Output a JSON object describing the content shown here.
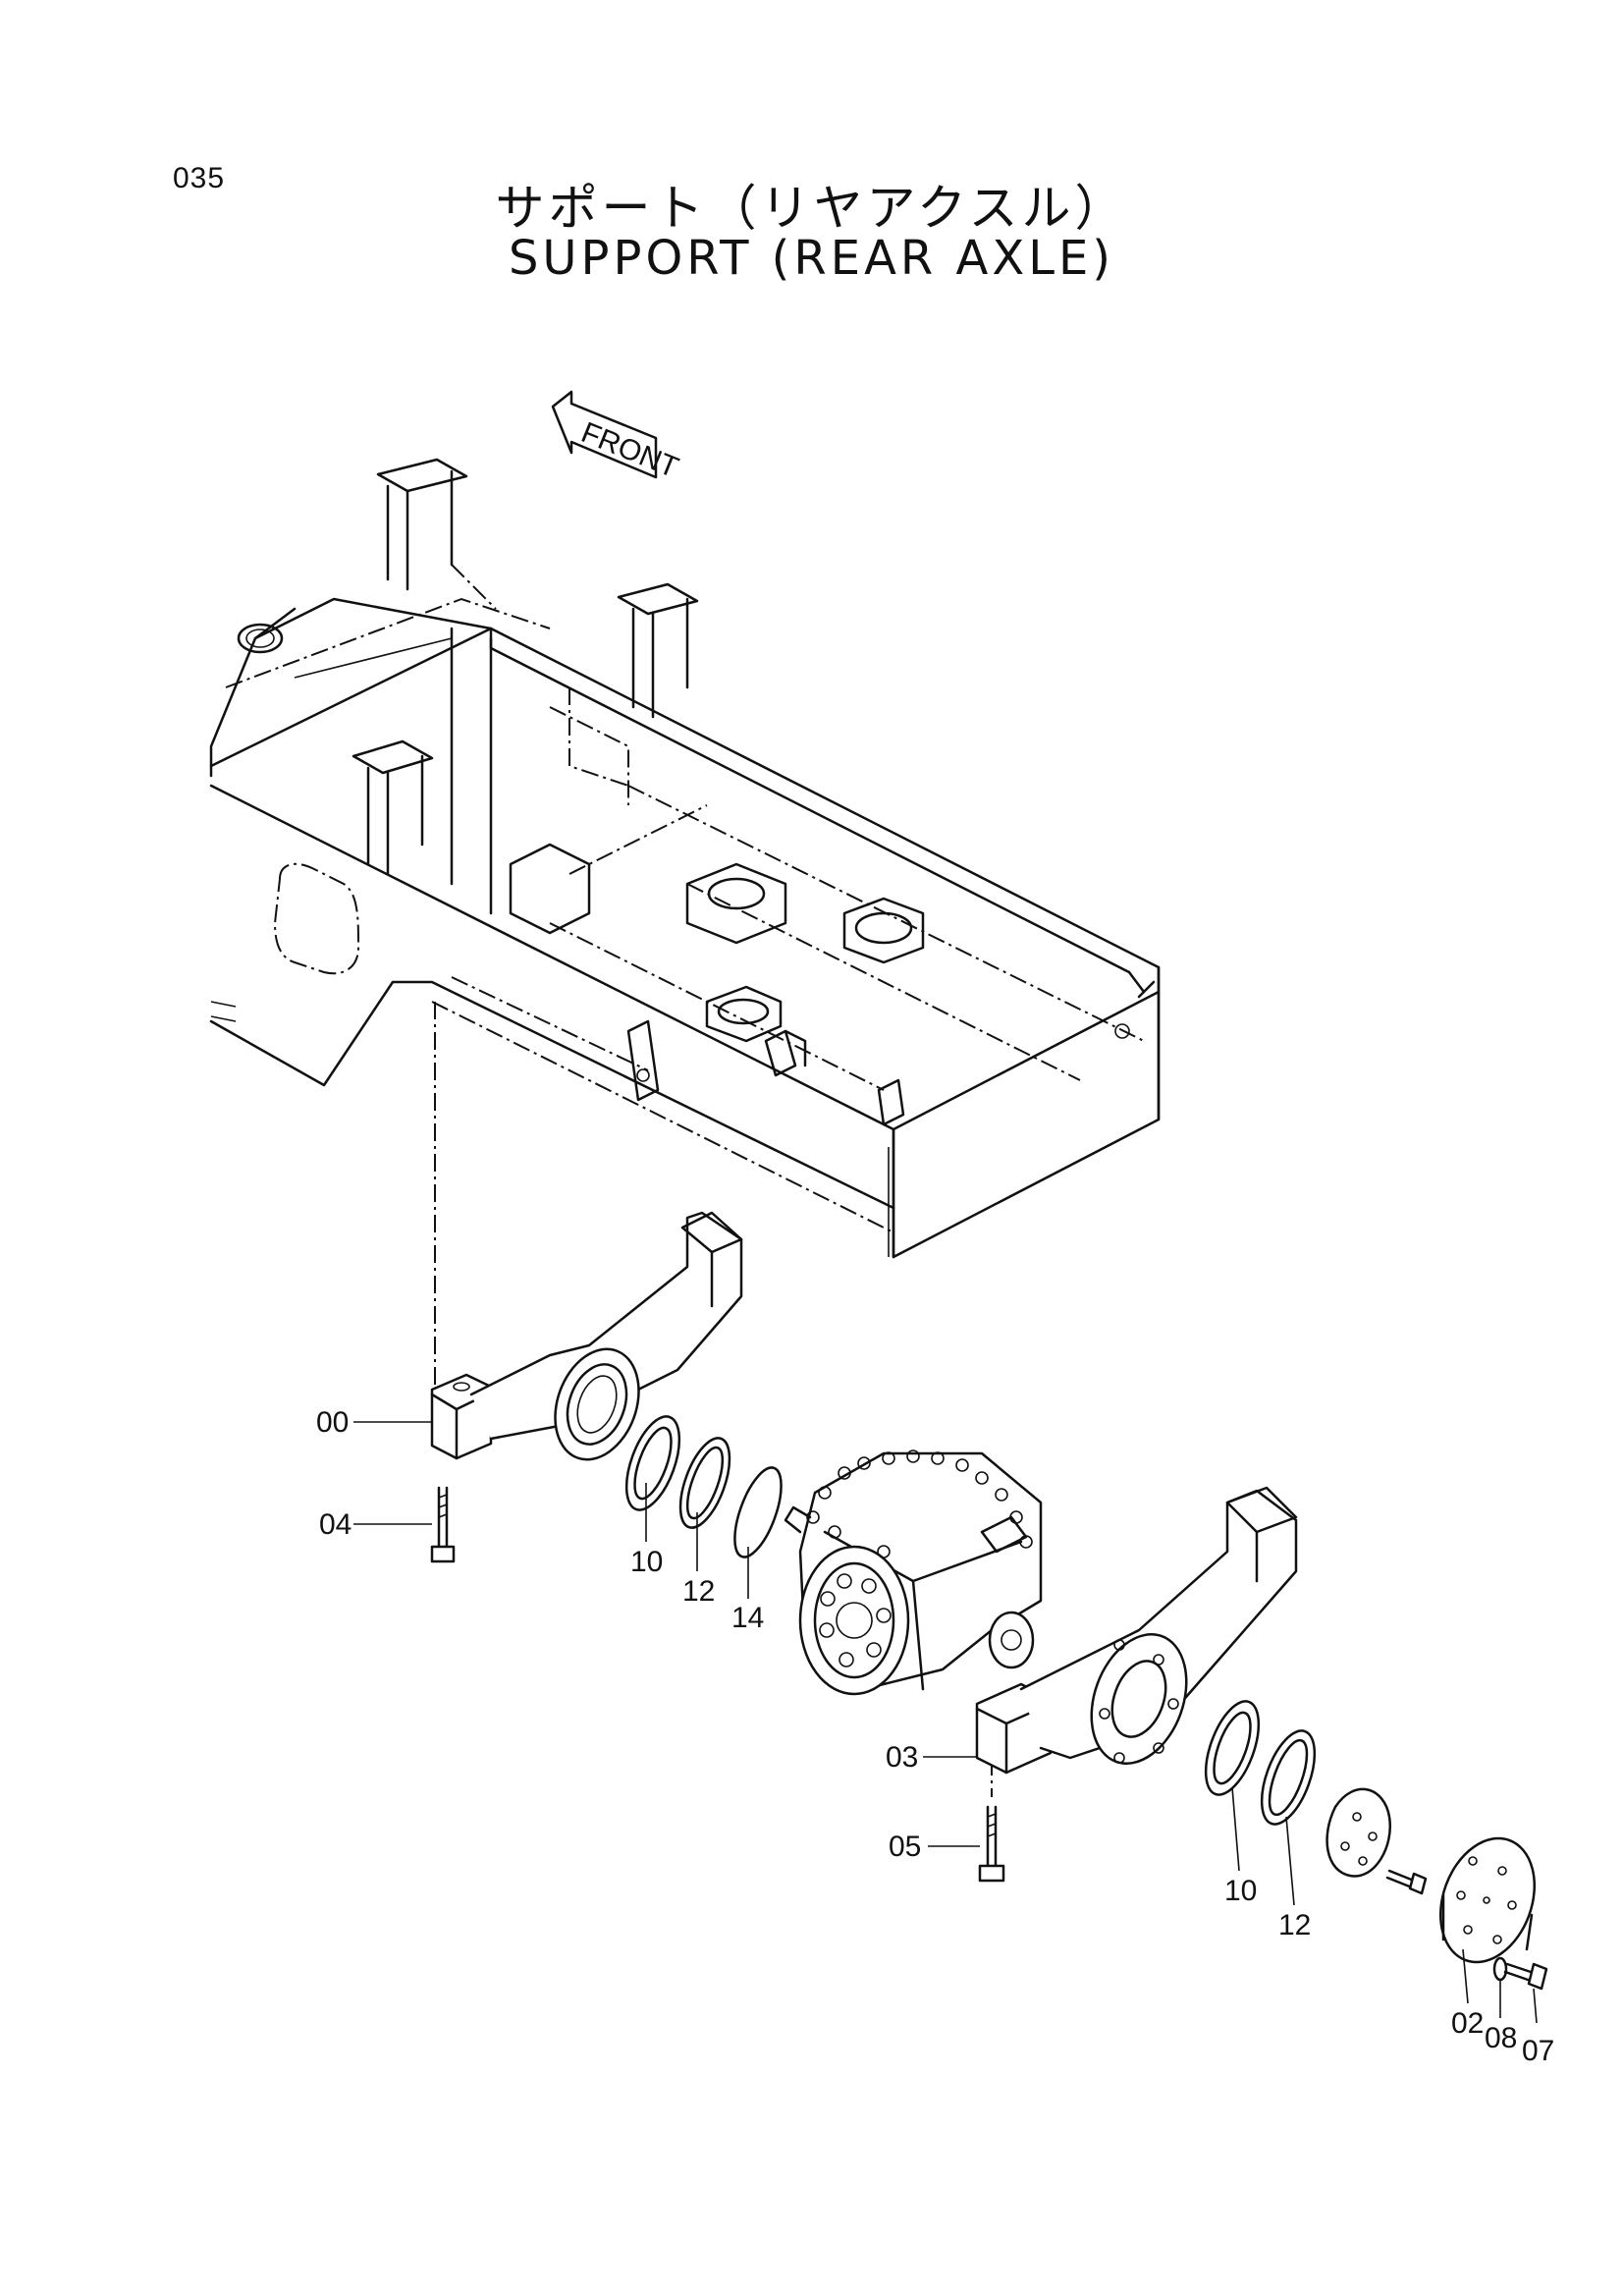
{
  "page": {
    "number": "035",
    "title_jp": "サポート（リヤアクスル）",
    "title_en": "SUPPORT (REAR AXLE)"
  },
  "diagram": {
    "front_arrow_label": "FRONT",
    "callouts": [
      {
        "id": "00",
        "label": "00"
      },
      {
        "id": "04",
        "label": "04"
      },
      {
        "id": "10a",
        "label": "10"
      },
      {
        "id": "12a",
        "label": "12"
      },
      {
        "id": "14",
        "label": "14"
      },
      {
        "id": "03",
        "label": "03"
      },
      {
        "id": "05",
        "label": "05"
      },
      {
        "id": "10b",
        "label": "10"
      },
      {
        "id": "12b",
        "label": "12"
      },
      {
        "id": "02",
        "label": "02"
      },
      {
        "id": "08",
        "label": "08"
      },
      {
        "id": "07",
        "label": "07"
      }
    ]
  }
}
